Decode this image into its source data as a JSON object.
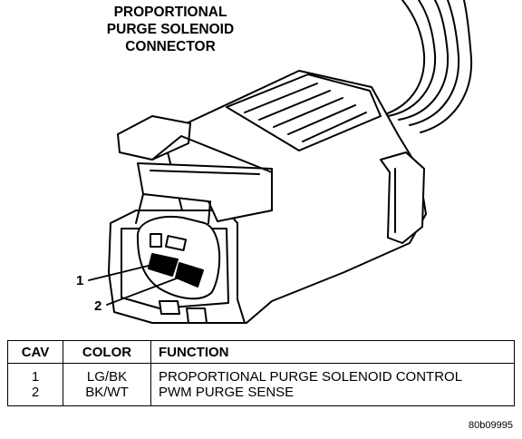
{
  "title": {
    "lines": [
      "PROPORTIONAL",
      "PURGE SOLENOID",
      "CONNECTOR"
    ]
  },
  "callouts": [
    "1",
    "2"
  ],
  "pin_table": {
    "headers": [
      "CAV",
      "COLOR",
      "FUNCTION"
    ],
    "rows": [
      {
        "cav": "1",
        "color": "LG/BK",
        "function": "PROPORTIONAL PURGE SOLENOID CONTROL"
      },
      {
        "cav": "2",
        "color": "BK/WT",
        "function": "PWM PURGE SENSE"
      }
    ]
  },
  "figure_id": "80b09995"
}
